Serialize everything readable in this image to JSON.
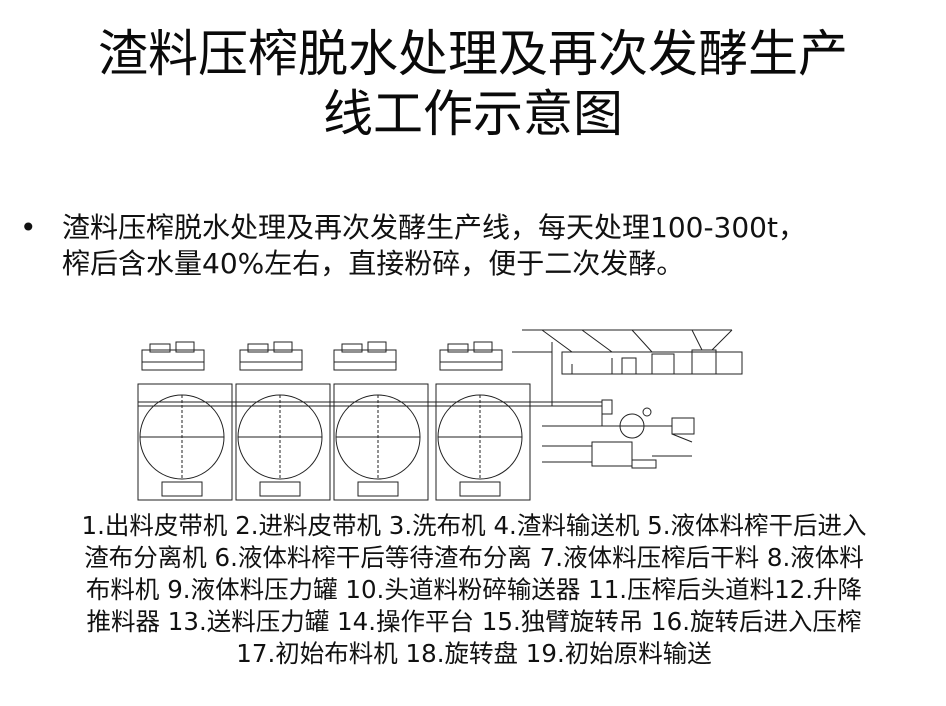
{
  "title": {
    "line1": "渣料压榨脱水处理及再次发酵生产",
    "line2": "线工作示意图"
  },
  "bullet": {
    "marker": "•",
    "line1": "渣料压榨脱水处理及再次发酵生产线，每天处理100-300t，",
    "line2": "榨后含水量40%左右，直接粉碎，便于二次发酵。"
  },
  "caption": {
    "line1": "1.出料皮带机 2.进料皮带机 3.洗布机 4.渣料输送机 5.液体料榨干后进入",
    "line2": "渣布分离机 6.液体料榨干后等待渣布分离 7.液体料压榨后干料 8.液体料",
    "line3": "布料机 9.液体料压力罐 10.头道料粉碎输送器 11.压榨后头道料12.升降",
    "line4": "推料器 13.送料压力罐 14.操作平台 15.独臂旋转吊 16.旋转后进入压榨",
    "line5": "17.初始布料机 18.旋转盘 19.初始原料输送"
  },
  "diagram": {
    "press_units": [
      "press-unit-1",
      "press-unit-2",
      "press-unit-3",
      "press-unit-4"
    ]
  }
}
